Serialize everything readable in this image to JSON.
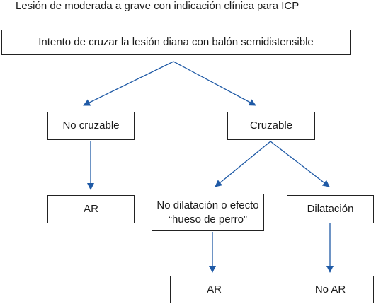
{
  "title": "Lesión de moderada a grave con indicación clínica para ICP",
  "nodes": {
    "root": "Intento de cruzar la lesión diana con balón semidistensible",
    "no_cruzable": "No cruzable",
    "cruzable": "Cruzable",
    "ar_left": "AR",
    "no_dilatacion_line1": "No dilatación o efecto",
    "no_dilatacion_line2": "“hueso de perro”",
    "dilatacion": "Dilatación",
    "ar_bottom": "AR",
    "no_ar": "No AR"
  },
  "colors": {
    "arrow": "#1f5aa6",
    "border": "#222222",
    "text": "#1a1a1a"
  }
}
